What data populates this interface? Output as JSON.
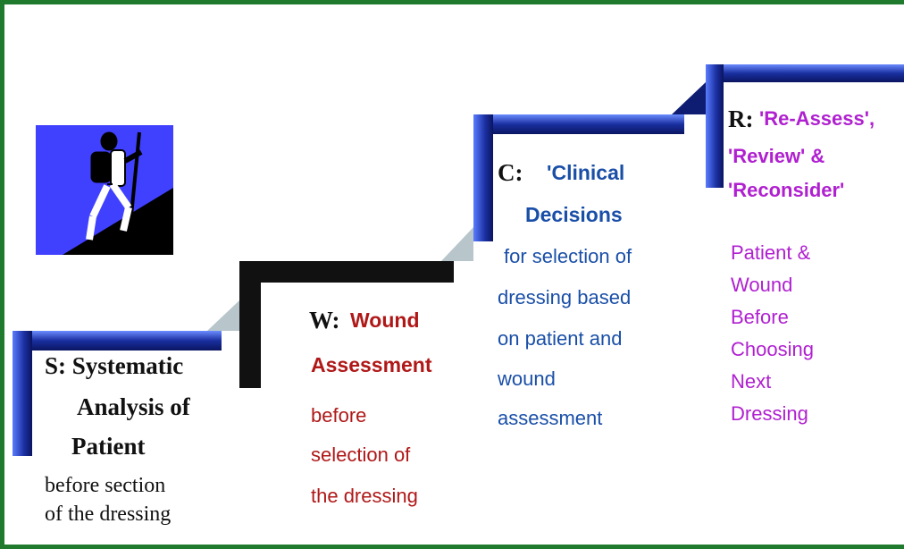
{
  "colors": {
    "border": "#1f7a2e",
    "stair_blue": "#1a2fa0",
    "stair_black": "#111111",
    "s_text": "#111111",
    "w_text": "#b01818",
    "c_text": "#1a4fa8",
    "r_text": "#b020d0",
    "icon_bg": "#4040ff"
  },
  "icon": {
    "name": "hiker-climbing-icon"
  },
  "steps": {
    "s": {
      "letter": "S:",
      "lines": [
        "Systematic",
        "Analysis of",
        "Patient",
        "before section",
        "of the dressing"
      ]
    },
    "w": {
      "letter": "W:",
      "lines": [
        "Wound",
        "Assessment",
        "before",
        "selection of",
        "the dressing"
      ]
    },
    "c": {
      "letter": "C:",
      "lines": [
        "'Clinical",
        "Decisions",
        "for selection of",
        "dressing based",
        "on patient and",
        "wound",
        "assessment"
      ]
    },
    "r": {
      "letter": "R:",
      "lines": [
        "'Re-Assess',",
        "'Review' &",
        "'Reconsider'",
        "Patient &",
        "Wound",
        "Before",
        "Choosing",
        "Next",
        "Dressing"
      ]
    }
  }
}
